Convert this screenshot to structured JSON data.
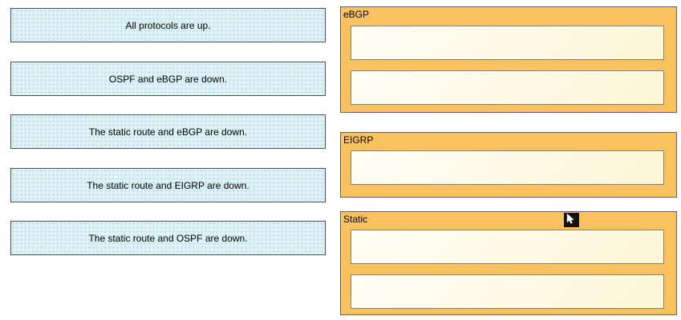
{
  "question": {
    "kind": "drag-and-drop",
    "options": [
      {
        "label": "All protocols are up."
      },
      {
        "label": "OSPF and eBGP are down."
      },
      {
        "label": "The static route and eBGP are down."
      },
      {
        "label": "The static route and EIGRP are down."
      },
      {
        "label": "The static route and OSPF are down."
      }
    ],
    "categories": [
      {
        "label": "eBGP",
        "slot_count": 2
      },
      {
        "label": "EIGRP",
        "slot_count": 1
      },
      {
        "label": "Static",
        "slot_count": 2
      }
    ]
  },
  "icons": {
    "cursor": "mouse-pointer-icon"
  },
  "colors": {
    "option_fill": "#dcf4f8",
    "option_border": "#4e4e4e",
    "panel_fill": "#f9c25f",
    "panel_border": "#636363",
    "slot_fill": "#fdf6d6",
    "slot_border": "#83836a",
    "page_background": "#ffffff"
  }
}
